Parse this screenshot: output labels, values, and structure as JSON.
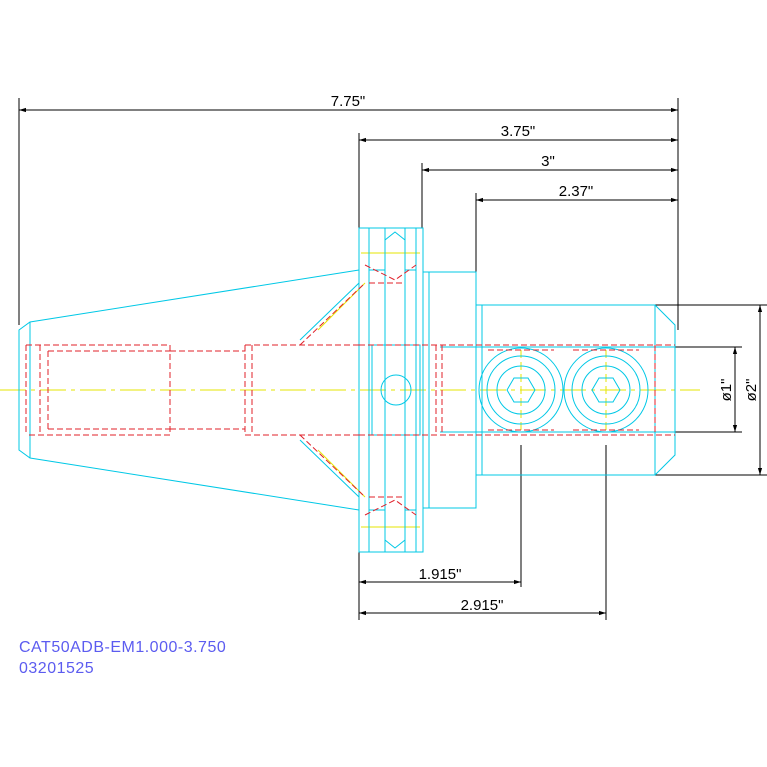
{
  "dimensions": {
    "overall_length": "7.75\"",
    "length_3_75": "3.75\"",
    "length_3": "3\"",
    "length_2_37": "2.37\"",
    "length_1_915": "1.915\"",
    "length_2_915": "2.915\"",
    "dia_1": "ø1\"",
    "dia_2": "ø2\""
  },
  "caption": {
    "part_number": "CAT50ADB-EM1.000-3.750",
    "code": "03201525"
  },
  "colors": {
    "outline": "#00c8e6",
    "hidden": "#e0202a",
    "center": "#e6e600",
    "dimension": "#000000",
    "caption": "#5c5cf0"
  }
}
